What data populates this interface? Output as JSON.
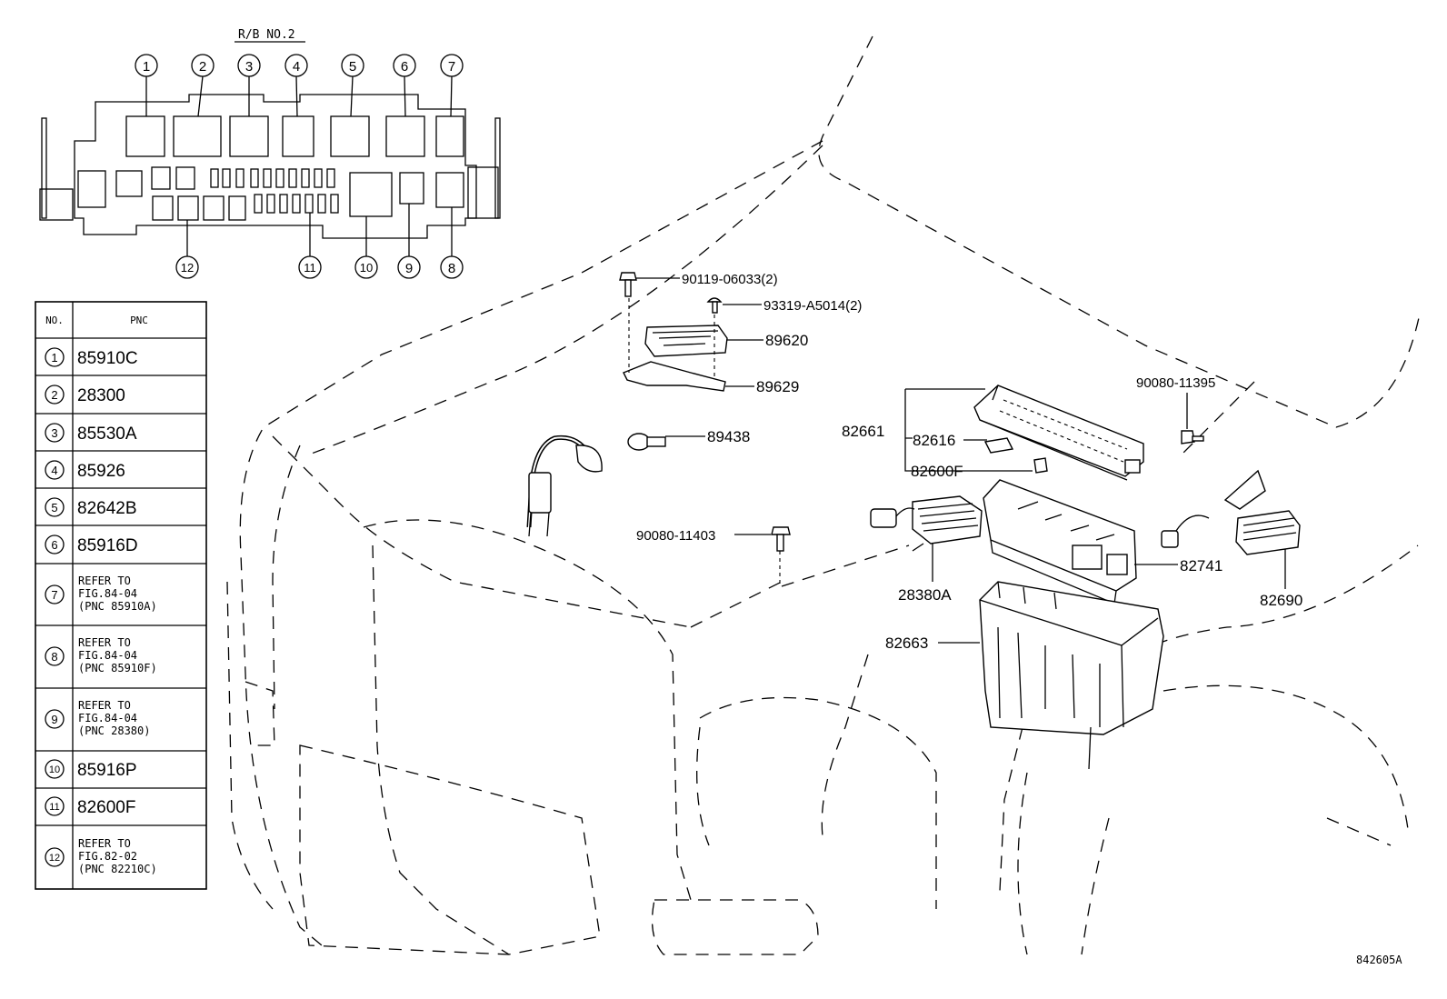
{
  "relay_block": {
    "title": "R/B NO.2",
    "callouts_top": [
      "1",
      "2",
      "3",
      "4",
      "5",
      "6",
      "7"
    ],
    "callouts_bottom": [
      "12",
      "11",
      "10",
      "9",
      "8"
    ]
  },
  "table": {
    "header_no": "NO.",
    "header_pnc": "PNC",
    "rows": [
      {
        "no": "1",
        "lines": [
          "85910C"
        ]
      },
      {
        "no": "2",
        "lines": [
          "28300"
        ]
      },
      {
        "no": "3",
        "lines": [
          "85530A"
        ]
      },
      {
        "no": "4",
        "lines": [
          "85926"
        ]
      },
      {
        "no": "5",
        "lines": [
          "82642B"
        ]
      },
      {
        "no": "6",
        "lines": [
          "85916D"
        ]
      },
      {
        "no": "7",
        "lines": [
          "REFER TO",
          "FIG.84-04",
          "(PNC 85910A)"
        ]
      },
      {
        "no": "8",
        "lines": [
          "REFER TO",
          "FIG.84-04",
          "(PNC 85910F)"
        ]
      },
      {
        "no": "9",
        "lines": [
          "REFER TO",
          "FIG.84-04",
          "(PNC 28380)"
        ]
      },
      {
        "no": "10",
        "lines": [
          "85916P"
        ]
      },
      {
        "no": "11",
        "lines": [
          "82600F"
        ]
      },
      {
        "no": "12",
        "lines": [
          "REFER TO",
          "FIG.82-02",
          "(PNC 82210C)"
        ]
      }
    ]
  },
  "labels": {
    "p90119": "90119-06033(2)",
    "p93319": "93319-A5014(2)",
    "p89620": "89620",
    "p89629": "89629",
    "p89438": "89438",
    "p90080a": "90080-11403",
    "p82661": "82661",
    "p82616": "82616",
    "p82600f": "82600F",
    "p90080b": "90080-11395",
    "p28380a": "28380A",
    "p82741": "82741",
    "p82690": "82690",
    "p82663": "82663",
    "figure_code": "842605A"
  }
}
